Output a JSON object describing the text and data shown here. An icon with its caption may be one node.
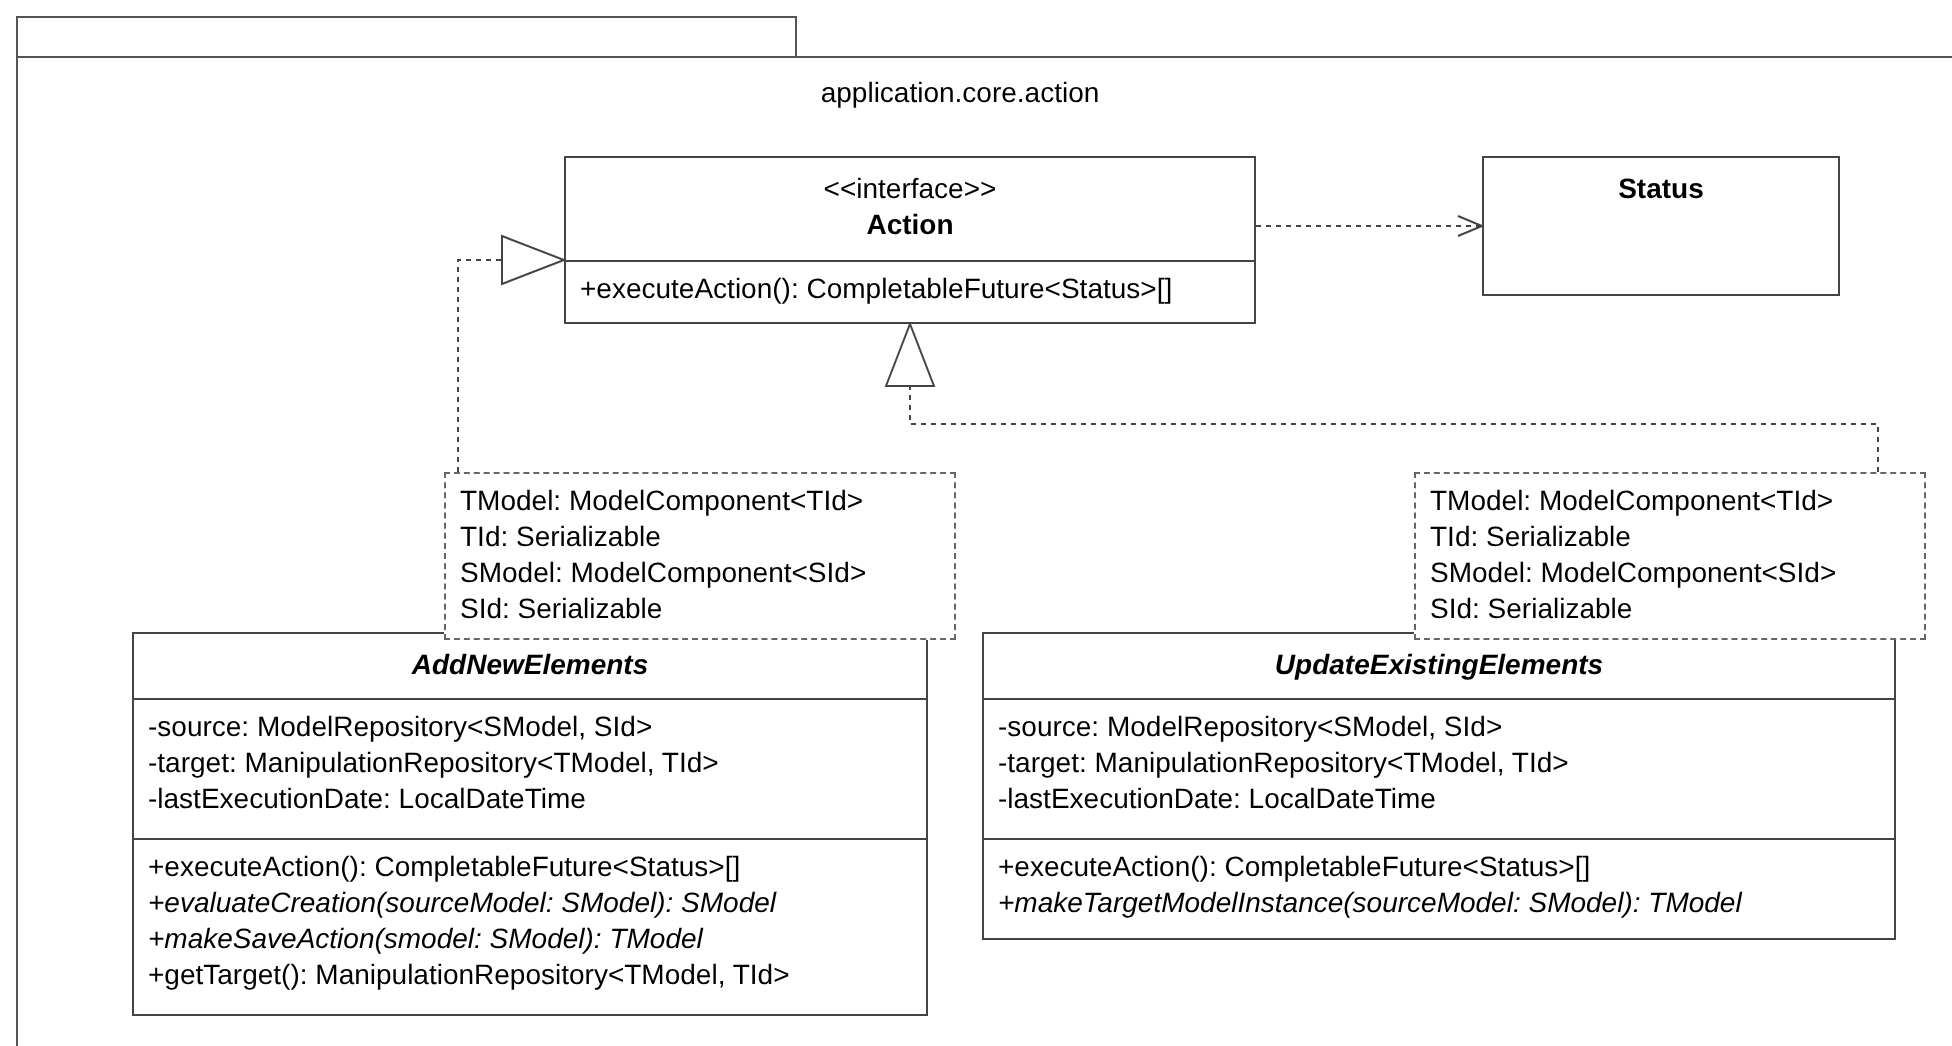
{
  "diagram": {
    "nodes": [
      {
        "text": [
          "application.core.action"
        ]
      },
      {
        "text": [
          "<<interface>>",
          "Action",
          "+executeAction(): CompletableFuture<Status>[]"
        ],
        "in": 0
      },
      {
        "text": [
          "Status"
        ],
        "in": 0
      },
      {
        "text": [
          "TModel: ModelComponent<TId>",
          "TId: Serializable",
          "SModel: ModelComponent<SId>",
          "SId: Serializable"
        ],
        "in": 0
      },
      {
        "text": [
          "AddNewElements",
          "-source: ModelRepository<SModel, SId>",
          "-target: ManipulationRepository<TModel, TId>",
          "-lastExecutionDate: LocalDateTime",
          "+executeAction(): CompletableFuture<Status>[]",
          "*+evaluateCreation(sourceModel: SModel): SModel*",
          "*+makeSaveAction(smodel: SModel): TModel*",
          "+getTarget(): ManipulationRepository<TModel, TId>"
        ],
        "in": 0
      },
      {
        "text": [
          "TModel: ModelComponent<TId>",
          "TId: Serializable",
          "SModel: ModelComponent<SId>",
          "SId: Serializable"
        ],
        "in": 0
      },
      {
        "text": [
          "UpdateExistingElements",
          "-source: ModelRepository<SModel, SId>",
          "-target: ManipulationRepository<TModel, TId>",
          "-lastExecutionDate: LocalDateTime",
          "+executeAction(): CompletableFuture<Status>[]",
          "*+makeTargetModelInstance(sourceModel: SModel): TModel*"
        ],
        "in": 0
      }
    ],
    "edges": [
      {
        "from": 1,
        "to": 2,
        "arrow": "to",
        "style": "dashed"
      },
      {
        "from": 3,
        "to": 1,
        "arrow": "to",
        "style": "dashed"
      },
      {
        "from": 5,
        "to": 1,
        "arrow": "to",
        "style": "dashed"
      }
    ]
  }
}
